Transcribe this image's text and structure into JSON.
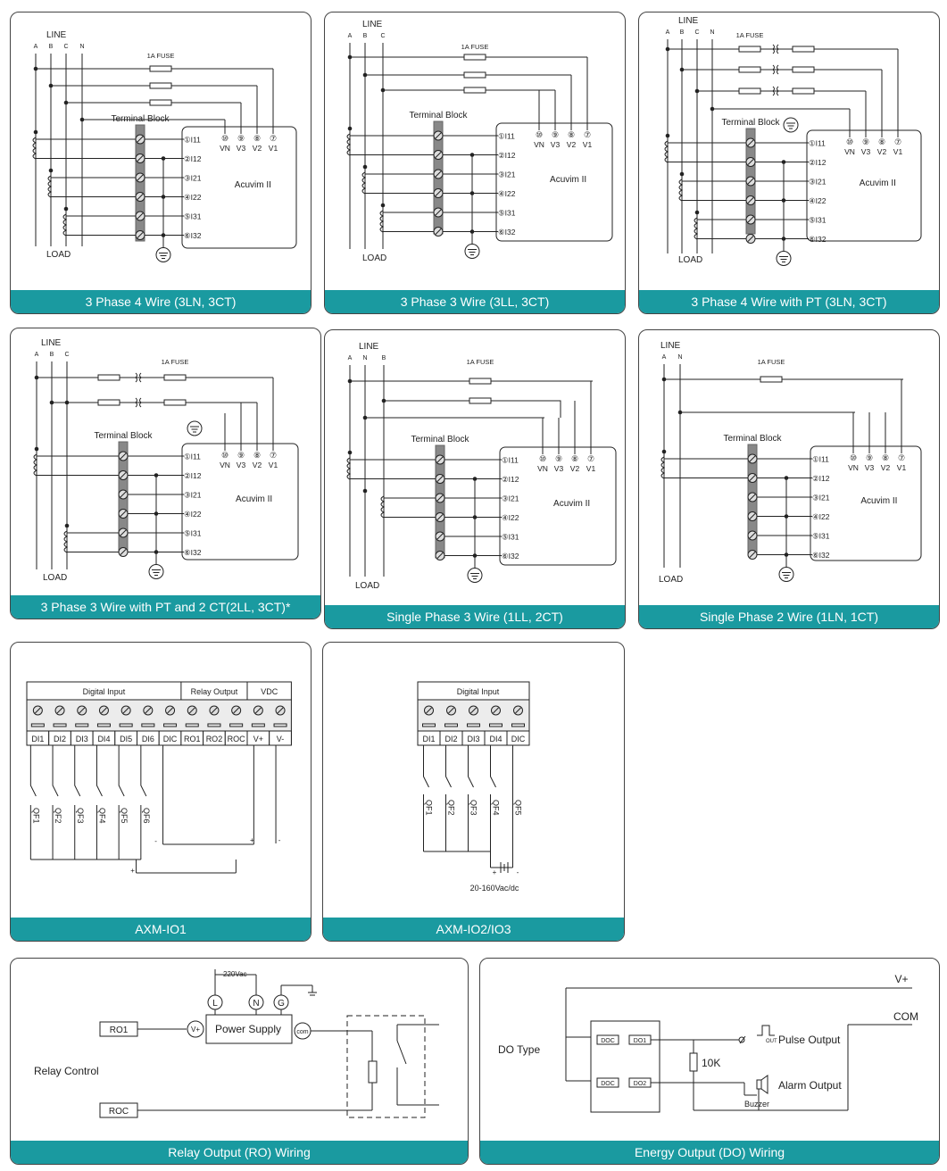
{
  "panels": [
    {
      "caption": "3 Phase 4 Wire (3LN, 3CT)",
      "line": "LINE",
      "load": "LOAD",
      "phases": [
        "A",
        "B",
        "C",
        "N"
      ],
      "fuse": "1A FUSE",
      "block": "Terminal Block",
      "meter": "Acuvim II",
      "currents": [
        "①I11",
        "②I12",
        "③I21",
        "④I22",
        "⑤I31",
        "⑥I32"
      ],
      "voltages": [
        "⑩",
        "⑨",
        "⑧",
        "⑦"
      ],
      "vlabels": [
        "VN",
        "V3",
        "V2",
        "V1"
      ]
    },
    {
      "caption": "3 Phase 3 Wire (3LL, 3CT)",
      "line": "LINE",
      "load": "LOAD",
      "phases": [
        "A",
        "B",
        "C"
      ],
      "fuse": "1A FUSE",
      "block": "Terminal Block",
      "meter": "Acuvim II",
      "currents": [
        "①I11",
        "②I12",
        "③I21",
        "④I22",
        "⑤I31",
        "⑥I32"
      ],
      "voltages": [
        "⑩",
        "⑨",
        "⑧",
        "⑦"
      ],
      "vlabels": [
        "VN",
        "V3",
        "V2",
        "V1"
      ]
    },
    {
      "caption": "3 Phase 4 Wire with PT (3LN, 3CT)",
      "line": "LINE",
      "load": "LOAD",
      "phases": [
        "A",
        "B",
        "C",
        "N"
      ],
      "fuse": "1A FUSE",
      "block": "Terminal Block",
      "meter": "Acuvim II",
      "currents": [
        "①I11",
        "②I12",
        "③I21",
        "④I22",
        "⑤I31",
        "⑥I32"
      ],
      "voltages": [
        "⑩",
        "⑨",
        "⑧",
        "⑦"
      ],
      "vlabels": [
        "VN",
        "V3",
        "V2",
        "V1"
      ]
    },
    {
      "caption": "3 Phase 3 Wire with PT and 2 CT(2LL, 3CT)*",
      "line": "LINE",
      "load": "LOAD",
      "phases": [
        "A",
        "B",
        "C"
      ],
      "fuse": "1A FUSE",
      "block": "Terminal Block",
      "meter": "Acuvim II",
      "currents": [
        "①I11",
        "②I12",
        "③I21",
        "④I22",
        "⑤I31",
        "⑥I32"
      ],
      "voltages": [
        "⑩",
        "⑨",
        "⑧",
        "⑦"
      ],
      "vlabels": [
        "VN",
        "V3",
        "V2",
        "V1"
      ]
    },
    {
      "caption": "Single Phase 3 Wire (1LL, 2CT)",
      "line": "LINE",
      "load": "LOAD",
      "phases": [
        "A",
        "N",
        "B"
      ],
      "fuse": "1A FUSE",
      "block": "Terminal Block",
      "meter": "Acuvim II",
      "currents": [
        "①I11",
        "②I12",
        "③I21",
        "④I22",
        "⑤I31",
        "⑥I32"
      ],
      "voltages": [
        "⑩",
        "⑨",
        "⑧",
        "⑦"
      ],
      "vlabels": [
        "VN",
        "V3",
        "V2",
        "V1"
      ]
    },
    {
      "caption": "Single Phase 2 Wire (1LN, 1CT)",
      "line": "LINE",
      "load": "LOAD",
      "phases": [
        "A",
        "N"
      ],
      "fuse": "1A FUSE",
      "block": "Terminal Block",
      "meter": "Acuvim II",
      "currents": [
        "①I11",
        "②I12",
        "③I21",
        "④I22",
        "⑤I31",
        "⑥I32"
      ],
      "voltages": [
        "⑩",
        "⑨",
        "⑧",
        "⑦"
      ],
      "vlabels": [
        "VN",
        "V3",
        "V2",
        "V1"
      ]
    }
  ],
  "io1": {
    "caption": "AXM-IO1",
    "groups": [
      "Digital Input",
      "Relay Output",
      "VDC"
    ],
    "terminals": [
      "DI1",
      "DI2",
      "DI3",
      "DI4",
      "DI5",
      "DI6",
      "DIC",
      "RO1",
      "RO2",
      "ROC",
      "V+",
      "V-"
    ],
    "switches": [
      "QF1",
      "QF2",
      "QF3",
      "QF4",
      "QF5",
      "QF6"
    ],
    "plus": "+",
    "minus": "-"
  },
  "io2": {
    "caption": "AXM-IO2/IO3",
    "group": "Digital Input",
    "terminals": [
      "DI1",
      "DI2",
      "DI3",
      "DI4",
      "DIC"
    ],
    "switches": [
      "QF1",
      "QF2",
      "QF3",
      "QF4",
      "QF5"
    ],
    "supply": "20-160Vac/dc",
    "plus": "+",
    "minus": "-"
  },
  "relay": {
    "caption": "Relay Output (RO) Wiring",
    "title": "Relay Control",
    "ro1": "RO1",
    "roc": "ROC",
    "ps": "Power Supply",
    "vac": "220Vac",
    "L": "L",
    "N": "N",
    "G": "G",
    "vplus": "V+",
    "com": "com"
  },
  "energy": {
    "caption": "Energy Output (DO) Wiring",
    "title": "DO Type",
    "vplus": "V+",
    "com": "COM",
    "doc": "DOC",
    "do1": "DO1",
    "do2": "DO2",
    "res": "10K",
    "pulse": "Pulse Output",
    "alarm": "Alarm Output",
    "buzzer": "Buzzer",
    "out": "OUT"
  }
}
